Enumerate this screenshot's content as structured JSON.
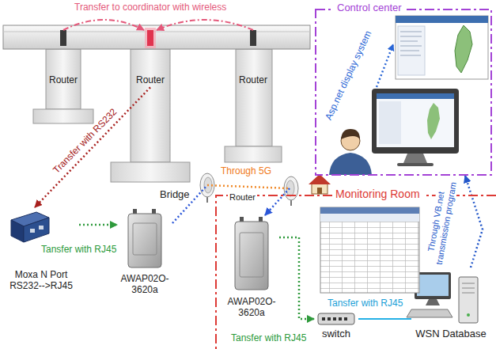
{
  "diagram": {
    "nodes": [
      {
        "text": [
          "Router"
        ]
      },
      {
        "text": [
          "Router"
        ]
      },
      {
        "text": [
          "Router"
        ]
      },
      {
        "text": [
          "Control center"
        ]
      },
      {
        "text": [
          "Moxa N Port",
          "RS232-->RJ45"
        ]
      },
      {
        "text": [
          "AWAP02O-3620a"
        ]
      },
      {
        "text": [
          "Monitoring Room"
        ]
      },
      {
        "text": [
          "AWAP02O-3620a"
        ],
        "in": 6
      },
      {
        "text": [
          "switch"
        ],
        "in": 6
      },
      {
        "text": [
          "WSN Database"
        ],
        "in": 6
      }
    ],
    "edges": [
      {
        "from": 0,
        "to": 1,
        "arrow": "to"
      },
      {
        "from": 2,
        "to": 1,
        "arrow": "to"
      },
      {
        "from": 1,
        "to": 4,
        "label": "Transfer with RS232",
        "arrow": "to"
      },
      {
        "from": 4,
        "to": 5,
        "label": "Tansfer with RJ45",
        "arrow": "to"
      },
      {
        "from": 5,
        "to": 7,
        "label": "Through 5G",
        "arrow": "to"
      },
      {
        "from": 7,
        "to": 8,
        "label": "Tansfer with RJ45",
        "arrow": "to"
      },
      {
        "from": 8,
        "to": 9,
        "label": "Tansfer with RJ45",
        "arrow": "none"
      },
      {
        "from": 9,
        "to": 3,
        "label": "Through VB.net transmission program",
        "arrow": "to"
      }
    ],
    "labels": [
      "Transfer to coordinator with wireless",
      "Bridge",
      "Router",
      "Asp.net display system"
    ]
  }
}
